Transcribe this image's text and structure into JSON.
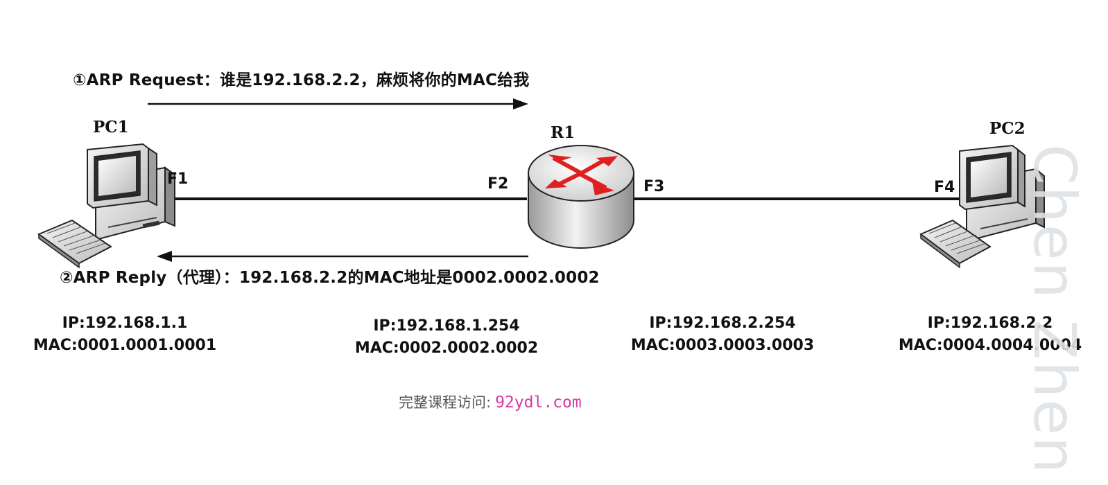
{
  "diagram": {
    "request_label": "①ARP Request：谁是192.168.2.2，麻烦将你的MAC给我",
    "reply_label": "②ARP Reply（代理）：192.168.2.2的MAC地址是0002.0002.0002",
    "devices": {
      "pc1": {
        "name": "PC1",
        "port": "F1",
        "ip": "IP:192.168.1.1",
        "mac": "MAC:0001.0001.0001"
      },
      "r1": {
        "name": "R1",
        "port_left": "F2",
        "port_right": "F3",
        "left_ip": "IP:192.168.1.254",
        "left_mac": "MAC:0002.0002.0002",
        "right_ip": "IP:192.168.2.254",
        "right_mac": "MAC:0003.0003.0003"
      },
      "pc2": {
        "name": "PC2",
        "port": "F4",
        "ip": "IP:192.168.2.2",
        "mac": "MAC:0004.0004.0004"
      }
    },
    "footer": {
      "prefix": "完整课程访问:",
      "site": "92ydl.com"
    },
    "watermark": "Chen Zhen",
    "colors": {
      "router_arrow": "#e02020",
      "line": "#111111",
      "site_link": "#d63aa4"
    }
  }
}
